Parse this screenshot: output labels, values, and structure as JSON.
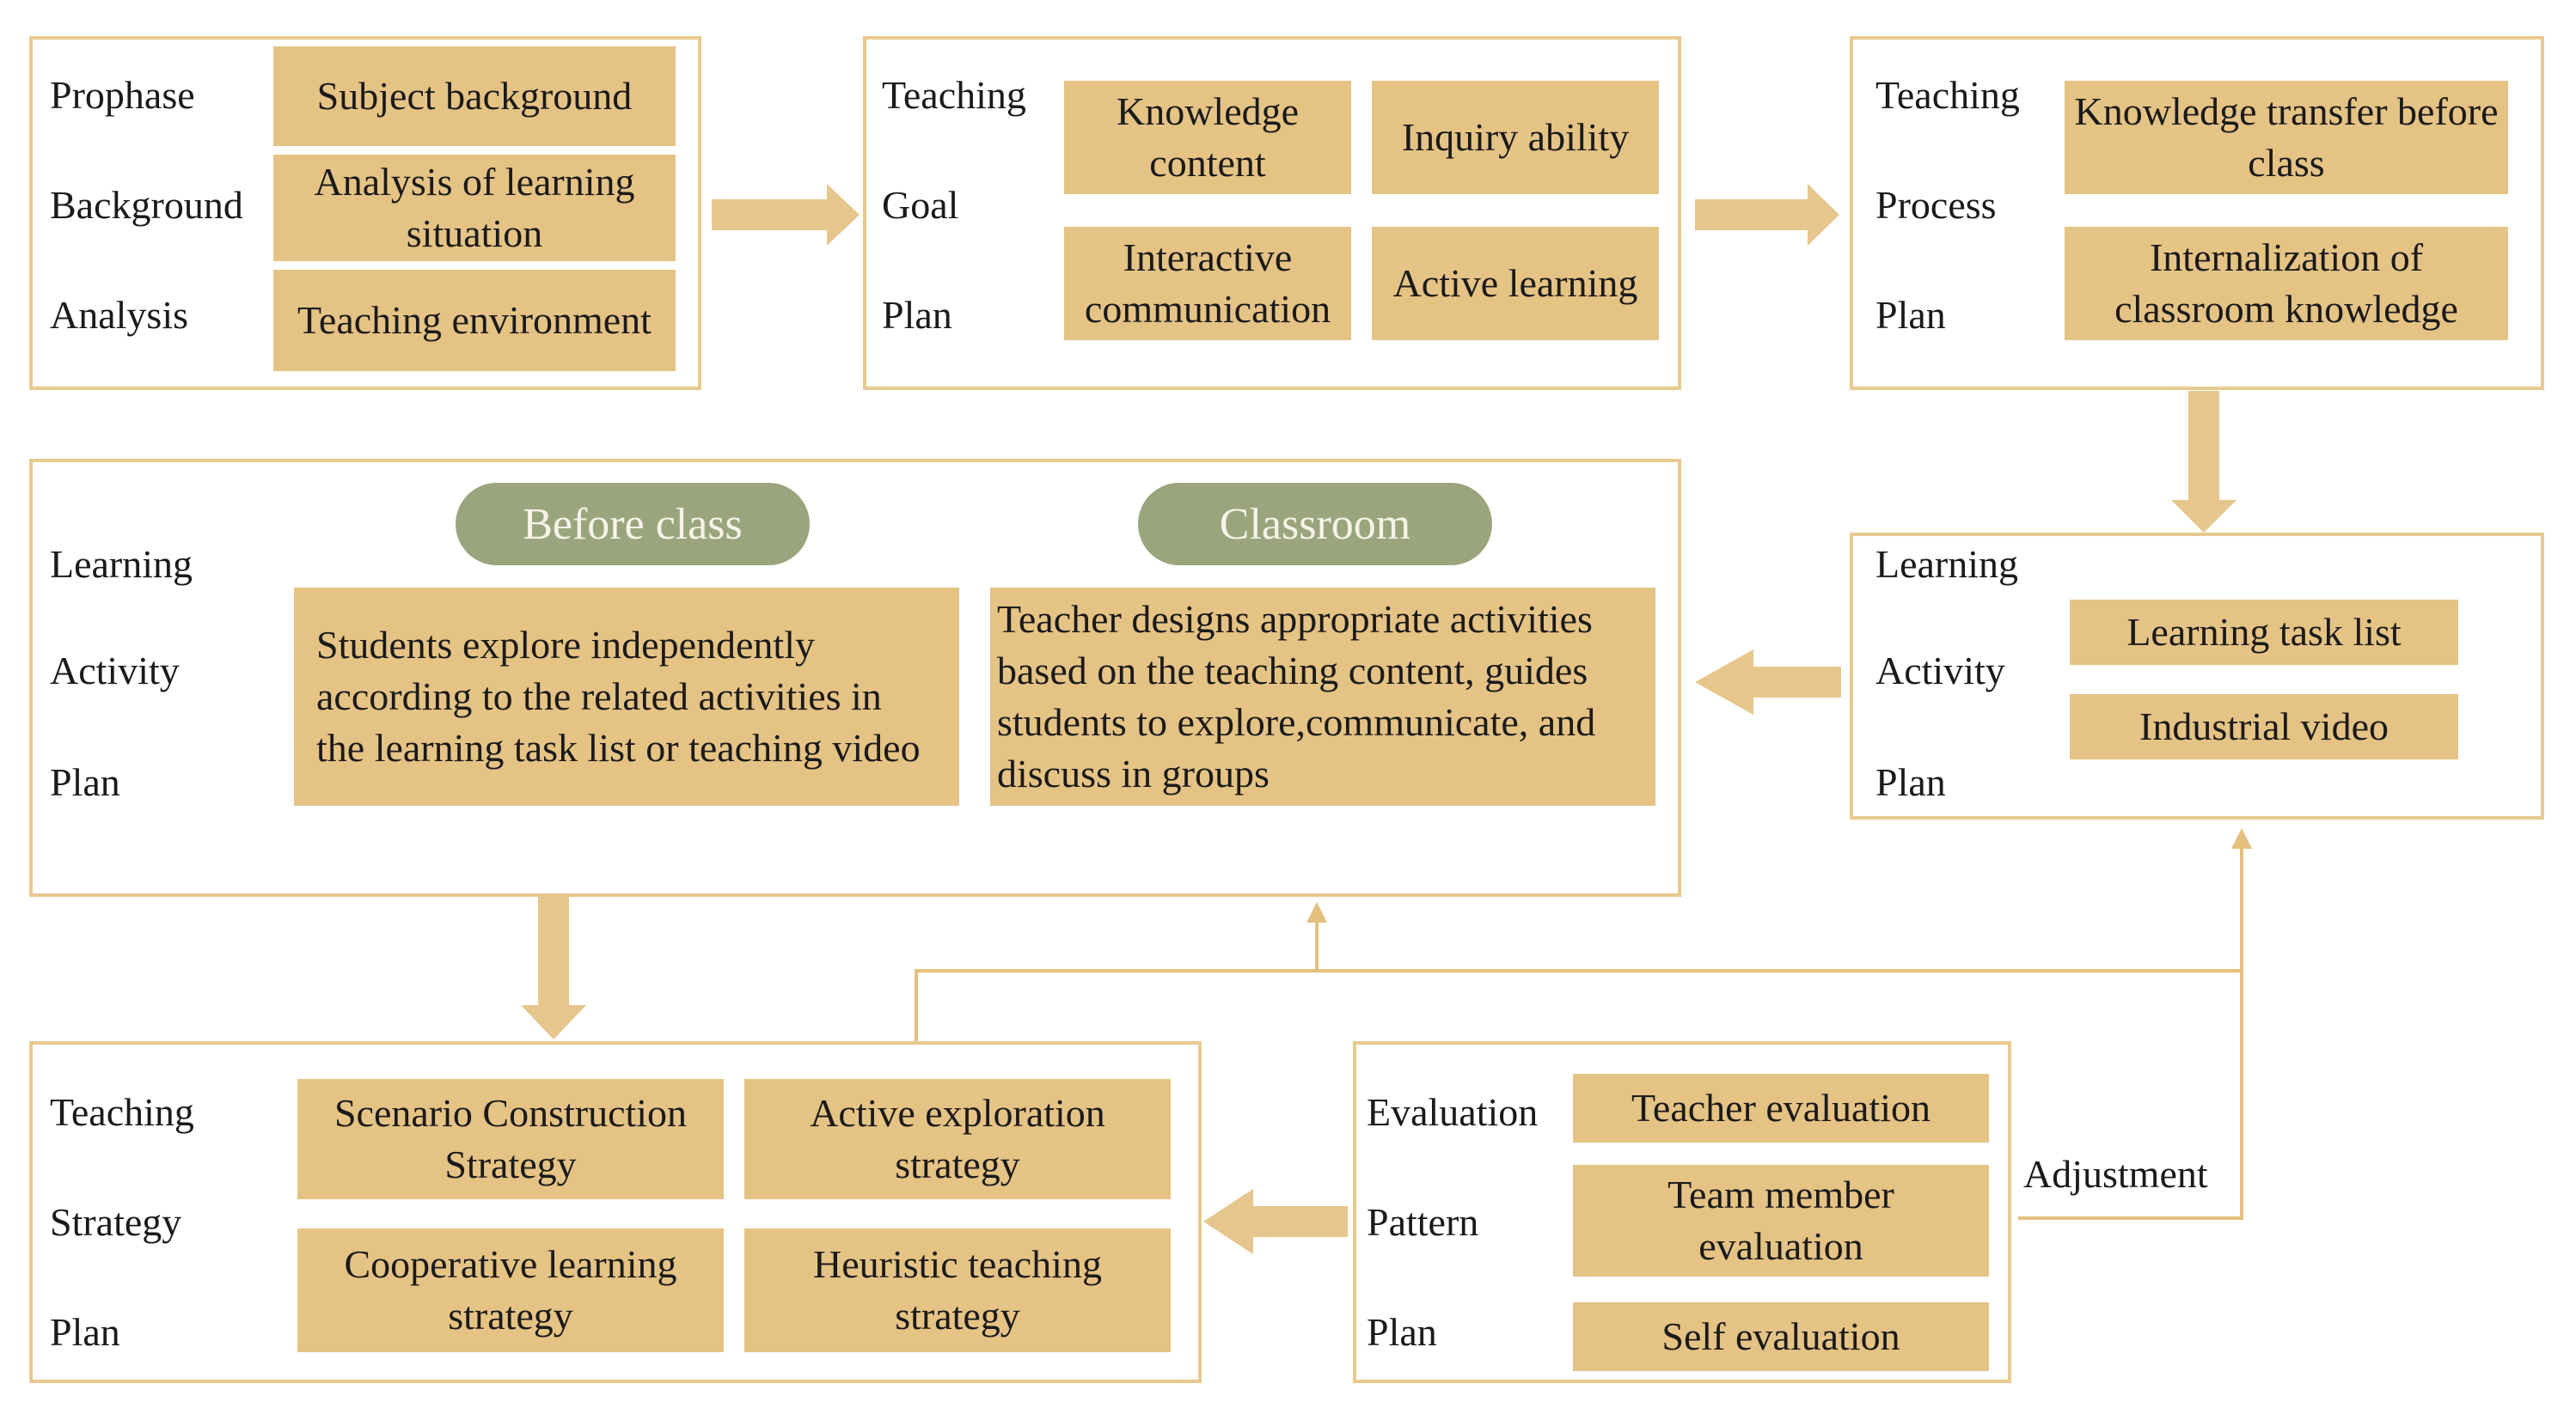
{
  "panel_background": {
    "labels": [
      "Prophase",
      "Background",
      "Analysis"
    ],
    "boxes": [
      "Subject background",
      "Analysis of learning situation",
      "Teaching environment"
    ]
  },
  "panel_goal": {
    "labels": [
      "Teaching",
      "Goal",
      "Plan"
    ],
    "boxes": [
      "Knowledge content",
      "Inquiry ability",
      "Interactive communication",
      "Active learning"
    ]
  },
  "panel_process": {
    "labels": [
      "Teaching",
      "Process",
      "Plan"
    ],
    "boxes": [
      "Knowledge transfer before class",
      "Internalization of classroom knowledge"
    ]
  },
  "panel_learning_right": {
    "labels": [
      "Learning",
      "Activity",
      "Plan"
    ],
    "boxes": [
      "Learning task list",
      "Industrial video"
    ]
  },
  "panel_learning_main": {
    "labels": [
      "Learning",
      "Activity",
      "Plan"
    ],
    "pills": [
      "Before class",
      "Classroom"
    ],
    "boxes": [
      "Students explore independently according to the related activities in the learning task list or teaching video",
      "Teacher designs appropriate activities based on the teaching content, guides students to explore,communicate, and discuss in groups"
    ]
  },
  "panel_strategy": {
    "labels": [
      "Teaching",
      "Strategy",
      "Plan"
    ],
    "boxes": [
      "Scenario Construction Strategy",
      "Active exploration strategy",
      "Cooperative learning strategy",
      "Heuristic teaching strategy"
    ]
  },
  "panel_evaluation": {
    "labels": [
      "Evaluation",
      "Pattern",
      "Plan"
    ],
    "boxes": [
      "Teacher evaluation",
      "Team member evaluation",
      "Self evaluation"
    ]
  },
  "adjustment_label": "Adjustment",
  "colors": {
    "box_fill": "#e5c385",
    "panel_border": "#e8c98f",
    "arrow_fill": "#e6c68c",
    "pill_fill": "#9aa57e",
    "pill_text": "#f6f3e8",
    "connector_line": "#e3c07e"
  }
}
